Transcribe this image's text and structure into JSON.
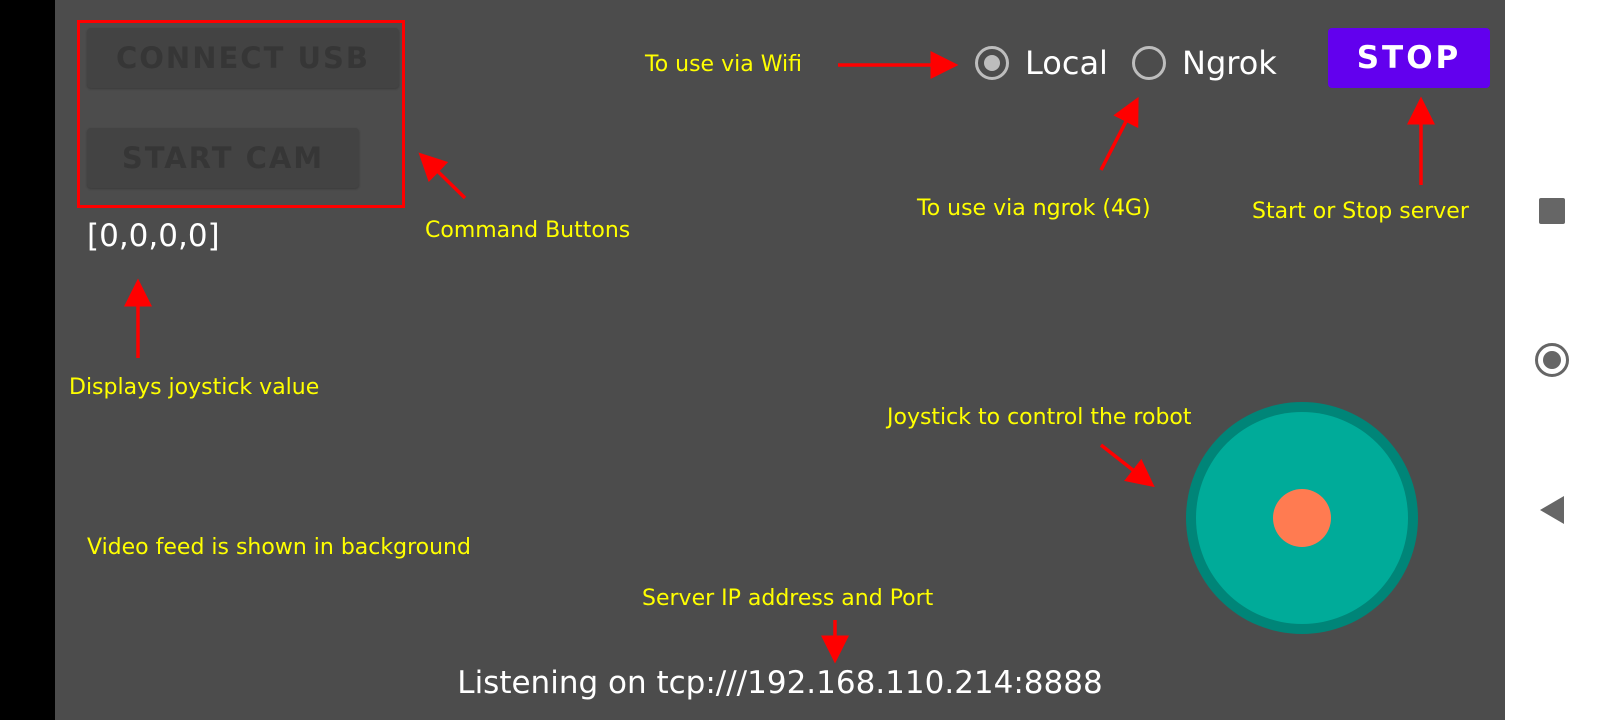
{
  "buttons": {
    "connect_usb": "CONNECT USB",
    "start_cam": "START CAM",
    "stop": "STOP"
  },
  "joystick_value": "[0,0,0,0]",
  "connection_mode": {
    "options": [
      "Local",
      "Ngrok"
    ],
    "selected": "Local"
  },
  "server_status": "Listening on tcp:///192.168.110.214:8888",
  "annotations": {
    "wifi": "To use via Wifi",
    "ngrok": "To use via ngrok (4G)",
    "stop": "Start or Stop server",
    "command": "Command Buttons",
    "joystick_value": "Displays joystick value",
    "joystick": "Joystick to control the robot",
    "video": "Video feed is shown in background",
    "server": "Server IP address and Port"
  },
  "colors": {
    "background": "#4c4c4c",
    "annotation": "#ffff00",
    "arrow": "#ff0000",
    "stop_button": "#6200ee",
    "joystick_outer": "#008578",
    "joystick_inner": "#00ab99",
    "joystick_knob": "#ff7b51"
  },
  "icons": [
    "nav-recents-icon",
    "nav-home-icon",
    "nav-back-icon"
  ]
}
